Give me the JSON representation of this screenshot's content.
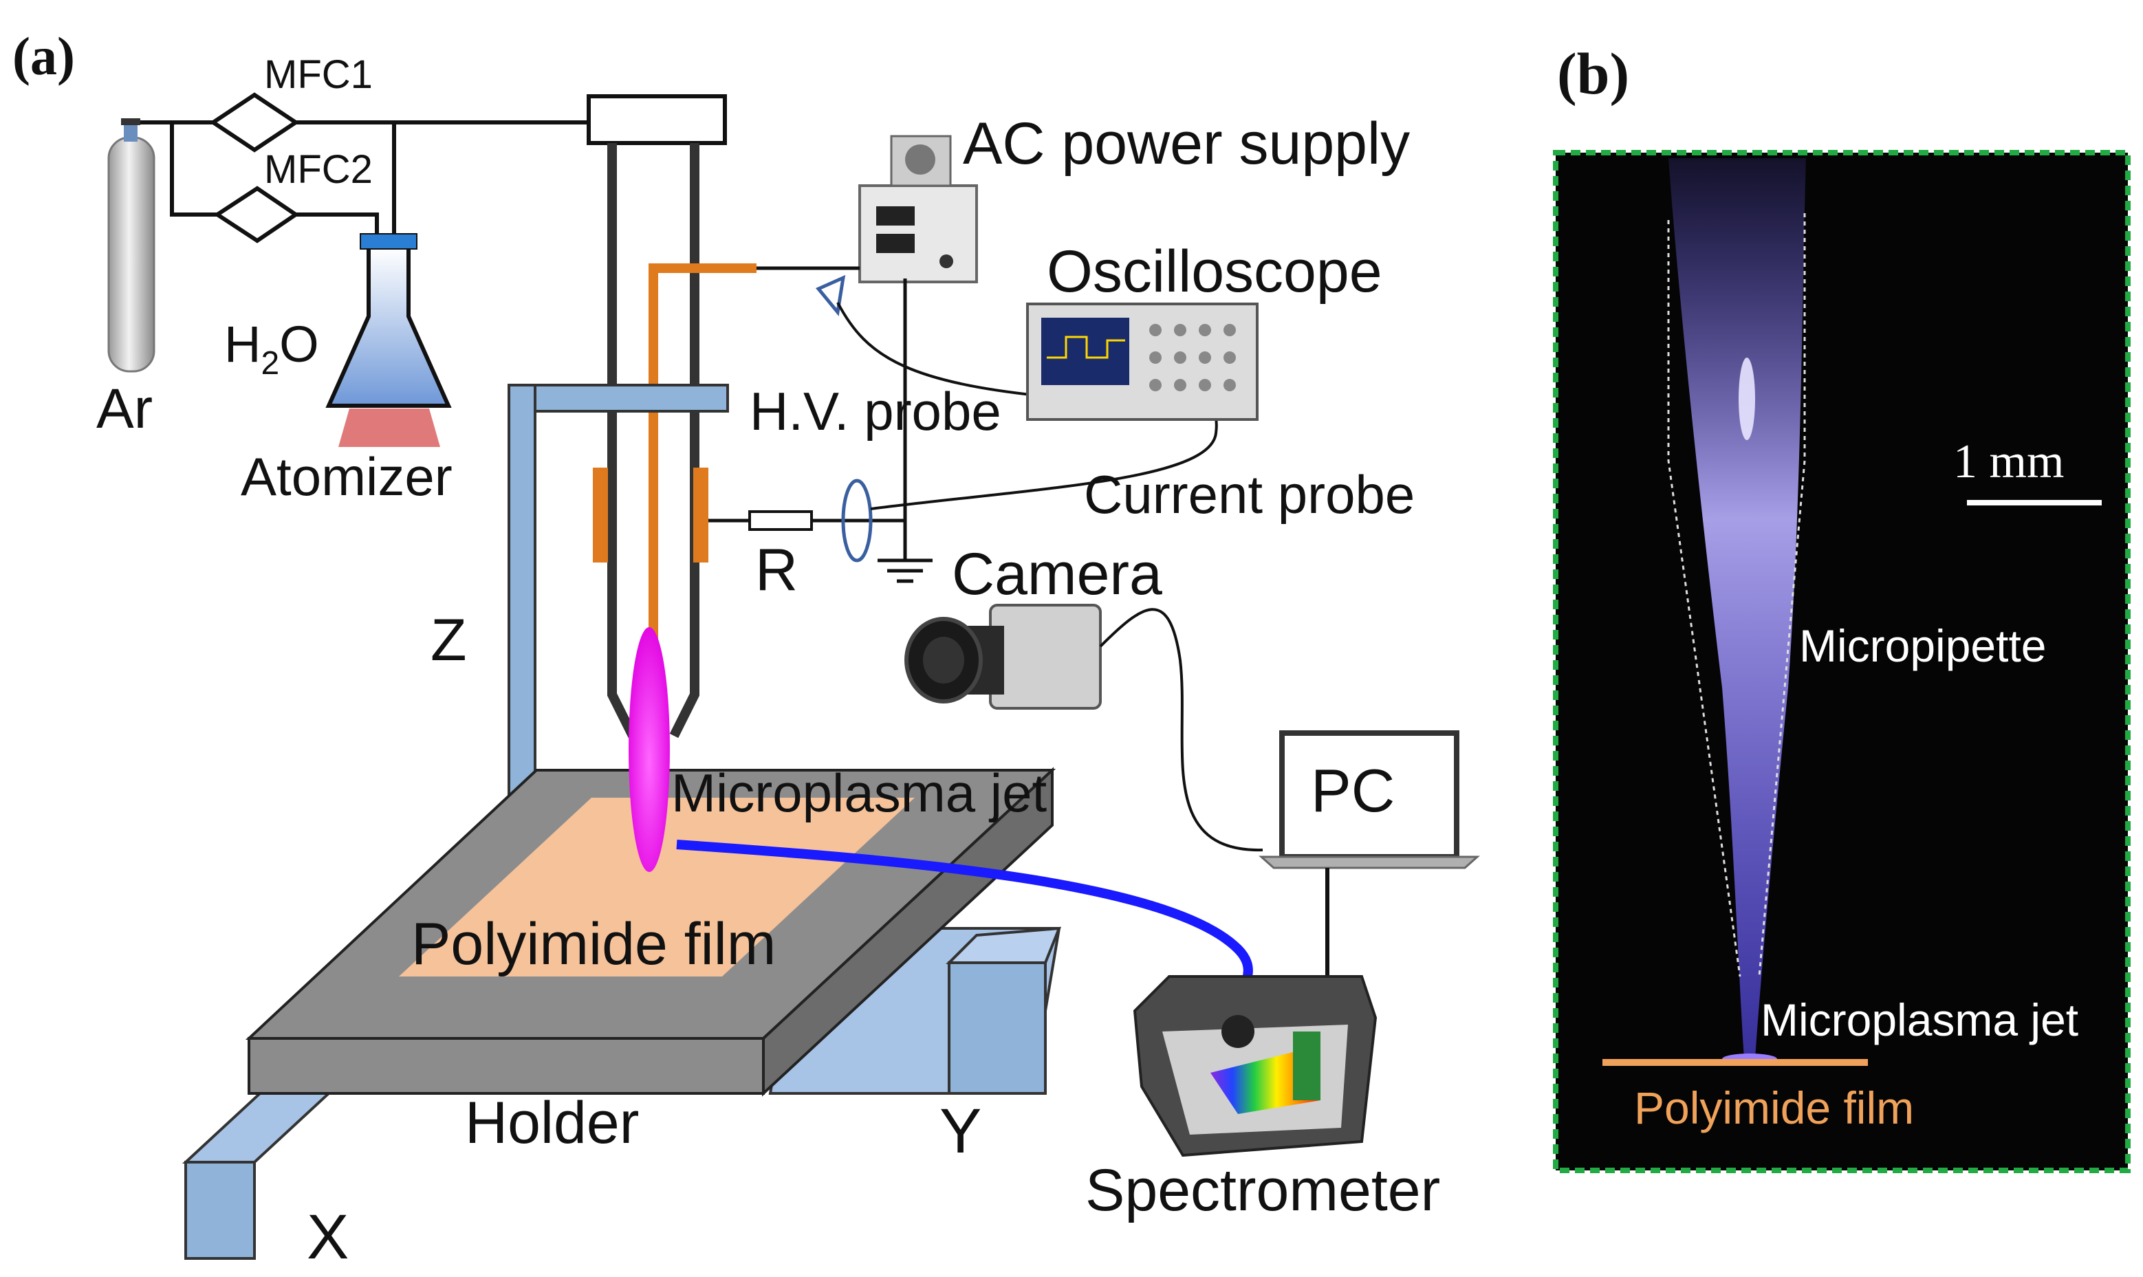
{
  "panel_a": {
    "tag": "(a)",
    "labels": {
      "mfc1": "MFC1",
      "mfc2": "MFC2",
      "ar": "Ar",
      "h2o_main": "H",
      "h2o_sub": "2",
      "h2o_end": "O",
      "atomizer": "Atomizer",
      "ac_power": "AC power supply",
      "oscilloscope": "Oscilloscope",
      "hv_probe": "H.V. probe",
      "current_probe": "Current probe",
      "resistor": "R",
      "camera": "Camera",
      "pc": "PC",
      "z_axis": "Z",
      "microplasma_jet": "Microplasma jet",
      "polyimide_film": "Polyimide film",
      "holder": "Holder",
      "y_axis": "Y",
      "x_axis": "X",
      "spectrometer": "Spectrometer"
    }
  },
  "panel_b": {
    "tag": "(b)",
    "scale_bar": "1 mm",
    "micropipette": "Micropipette",
    "microplasma_jet": "Microplasma jet",
    "polyimide_film": "Polyimide film"
  },
  "colors": {
    "stage_gray": "#8c8c8c",
    "rail_blue": "#8fb3d9",
    "film_peach": "#f5c29a",
    "electrode_orange": "#e07a1f",
    "plasma_magenta": "#ff00ff",
    "fiber_blue": "#1a1aff",
    "photo_frame_green": "#22aa44"
  }
}
